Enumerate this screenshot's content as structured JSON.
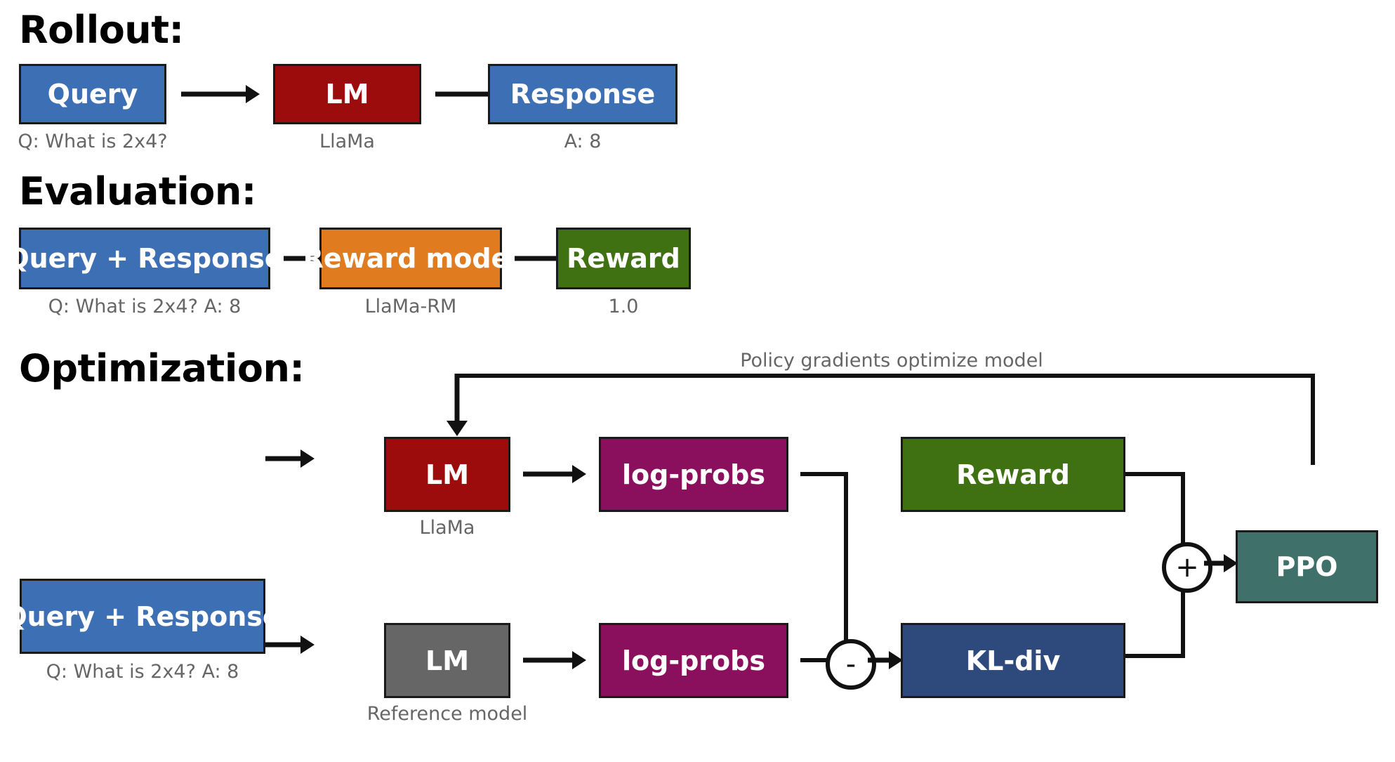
{
  "diagram": {
    "title_rollout": "Rollout:",
    "title_evaluation": "Evaluation:",
    "title_optimization": "Optimization:",
    "feedback_label": "Policy gradients optimize model"
  },
  "colors": {
    "blue": "#3d6fb4",
    "dark_red": "#9c0c0c",
    "orange": "#e07b1f",
    "green": "#3f7011",
    "magenta": "#8a0f5c",
    "gray": "#666666",
    "navy": "#2e4a7d",
    "teal": "#3f7069",
    "outline": "#1a1a1a",
    "caption_text": "#666666"
  },
  "rollout": {
    "nodes": [
      {
        "label": "Query",
        "caption": "Q: What is 2x4?",
        "color": "blue"
      },
      {
        "label": "LM",
        "caption": "LlaMa",
        "color": "dark_red"
      },
      {
        "label": "Response",
        "caption": "A: 8",
        "color": "blue"
      }
    ]
  },
  "evaluation": {
    "nodes": [
      {
        "label": "Query + Response",
        "caption": "Q: What is 2x4? A: 8",
        "color": "blue"
      },
      {
        "label": "Reward model",
        "caption": "LlaMa-RM",
        "color": "orange"
      },
      {
        "label": "Reward",
        "caption": "1.0",
        "color": "green"
      }
    ]
  },
  "optimization": {
    "input": {
      "label": "Query + Response",
      "caption": "Q: What is 2x4? A: 8",
      "color": "blue"
    },
    "policy_model": {
      "label": "LM",
      "caption": "LlaMa",
      "color": "dark_red"
    },
    "reference_model": {
      "label": "LM",
      "caption": "Reference model",
      "color": "gray"
    },
    "logprobs_policy": {
      "label": "log-probs",
      "color": "magenta"
    },
    "logprobs_reference": {
      "label": "log-probs",
      "color": "magenta"
    },
    "reward": {
      "label": "Reward",
      "color": "green"
    },
    "kl": {
      "label": "KL-div",
      "color": "navy"
    },
    "ppo": {
      "label": "PPO",
      "color": "teal"
    },
    "minus_op": "-",
    "plus_op": "+"
  }
}
